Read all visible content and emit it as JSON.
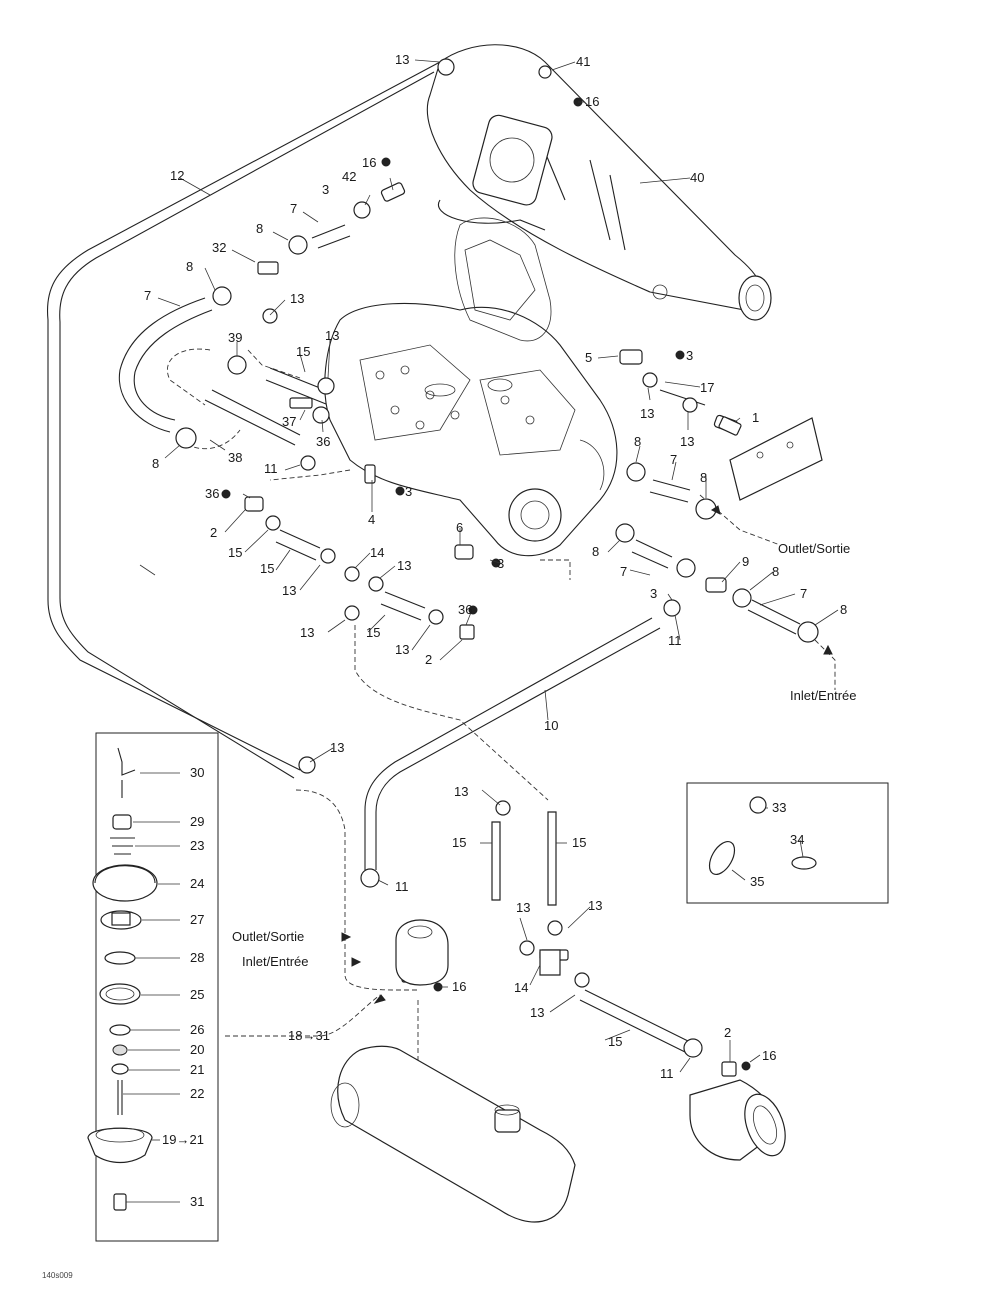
{
  "callouts": [
    {
      "id": "c13a",
      "text": "13"
    },
    {
      "id": "c41",
      "text": "41"
    },
    {
      "id": "c16a",
      "text": "16"
    },
    {
      "id": "c12",
      "text": "12"
    },
    {
      "id": "c16b",
      "text": "16"
    },
    {
      "id": "c3a",
      "text": "3"
    },
    {
      "id": "c42",
      "text": "42"
    },
    {
      "id": "c40",
      "text": "40"
    },
    {
      "id": "c7a",
      "text": "7"
    },
    {
      "id": "c8a",
      "text": "8"
    },
    {
      "id": "c32",
      "text": "32"
    },
    {
      "id": "c8b",
      "text": "8"
    },
    {
      "id": "c7b",
      "text": "7"
    },
    {
      "id": "c13b",
      "text": "13"
    },
    {
      "id": "c39",
      "text": "39"
    },
    {
      "id": "c13c",
      "text": "13"
    },
    {
      "id": "c15a",
      "text": "15"
    },
    {
      "id": "c37",
      "text": "37"
    },
    {
      "id": "c36a",
      "text": "36"
    },
    {
      "id": "c38",
      "text": "38"
    },
    {
      "id": "c8c",
      "text": "8"
    },
    {
      "id": "c11a",
      "text": "11"
    },
    {
      "id": "c5",
      "text": "5"
    },
    {
      "id": "c3b",
      "text": "3"
    },
    {
      "id": "c17",
      "text": "17"
    },
    {
      "id": "c13d",
      "text": "13"
    },
    {
      "id": "c1",
      "text": "1"
    },
    {
      "id": "c13e",
      "text": "13"
    },
    {
      "id": "c8d",
      "text": "8"
    },
    {
      "id": "c7c",
      "text": "7"
    },
    {
      "id": "c8e",
      "text": "8"
    },
    {
      "id": "c36b",
      "text": "36"
    },
    {
      "id": "c3c",
      "text": "3"
    },
    {
      "id": "c4",
      "text": "4"
    },
    {
      "id": "c2a",
      "text": "2"
    },
    {
      "id": "c15b",
      "text": "15"
    },
    {
      "id": "c15c",
      "text": "15"
    },
    {
      "id": "c6",
      "text": "6"
    },
    {
      "id": "c3d",
      "text": "3"
    },
    {
      "id": "c8f",
      "text": "8"
    },
    {
      "id": "c9",
      "text": "9"
    },
    {
      "id": "c14a",
      "text": "14"
    },
    {
      "id": "c13f",
      "text": "13"
    },
    {
      "id": "c13g",
      "text": "13"
    },
    {
      "id": "c7d",
      "text": "7"
    },
    {
      "id": "c8g",
      "text": "8"
    },
    {
      "id": "c3e",
      "text": "3"
    },
    {
      "id": "c7e",
      "text": "7"
    },
    {
      "id": "c36c",
      "text": "36"
    },
    {
      "id": "c8h",
      "text": "8"
    },
    {
      "id": "c13h",
      "text": "13"
    },
    {
      "id": "c15d",
      "text": "15"
    },
    {
      "id": "c13i",
      "text": "13"
    },
    {
      "id": "c2b",
      "text": "2"
    },
    {
      "id": "c11b",
      "text": "11"
    },
    {
      "id": "c10",
      "text": "10"
    },
    {
      "id": "c13j",
      "text": "13"
    },
    {
      "id": "c30",
      "text": "30"
    },
    {
      "id": "c29",
      "text": "29"
    },
    {
      "id": "c23",
      "text": "23"
    },
    {
      "id": "c24",
      "text": "24"
    },
    {
      "id": "c27",
      "text": "27"
    },
    {
      "id": "c28",
      "text": "28"
    },
    {
      "id": "c25",
      "text": "25"
    },
    {
      "id": "c26",
      "text": "26"
    },
    {
      "id": "c20",
      "text": "20"
    },
    {
      "id": "c21",
      "text": "21"
    },
    {
      "id": "c22",
      "text": "22"
    },
    {
      "id": "c1921",
      "text": "19→21"
    },
    {
      "id": "c31",
      "text": "31"
    },
    {
      "id": "c1831",
      "text": "18→31"
    },
    {
      "id": "c13k",
      "text": "13"
    },
    {
      "id": "c15e",
      "text": "15"
    },
    {
      "id": "c15f",
      "text": "15"
    },
    {
      "id": "c11c",
      "text": "11"
    },
    {
      "id": "c13l",
      "text": "13"
    },
    {
      "id": "c13m",
      "text": "13"
    },
    {
      "id": "c14b",
      "text": "14"
    },
    {
      "id": "c13n",
      "text": "13"
    },
    {
      "id": "c16c",
      "text": "16"
    },
    {
      "id": "c15g",
      "text": "15"
    },
    {
      "id": "c2c",
      "text": "2"
    },
    {
      "id": "c16d",
      "text": "16"
    },
    {
      "id": "c11d",
      "text": "11"
    },
    {
      "id": "c33",
      "text": "33"
    },
    {
      "id": "c34",
      "text": "34"
    },
    {
      "id": "c35",
      "text": "35"
    }
  ],
  "flow_labels": {
    "outlet_right": "Outlet/Sortie",
    "inlet_right": "Inlet/Entrée",
    "outlet_left": "Outlet/Sortie",
    "inlet_left": "Inlet/Entrée"
  },
  "figure_code": "140s009"
}
